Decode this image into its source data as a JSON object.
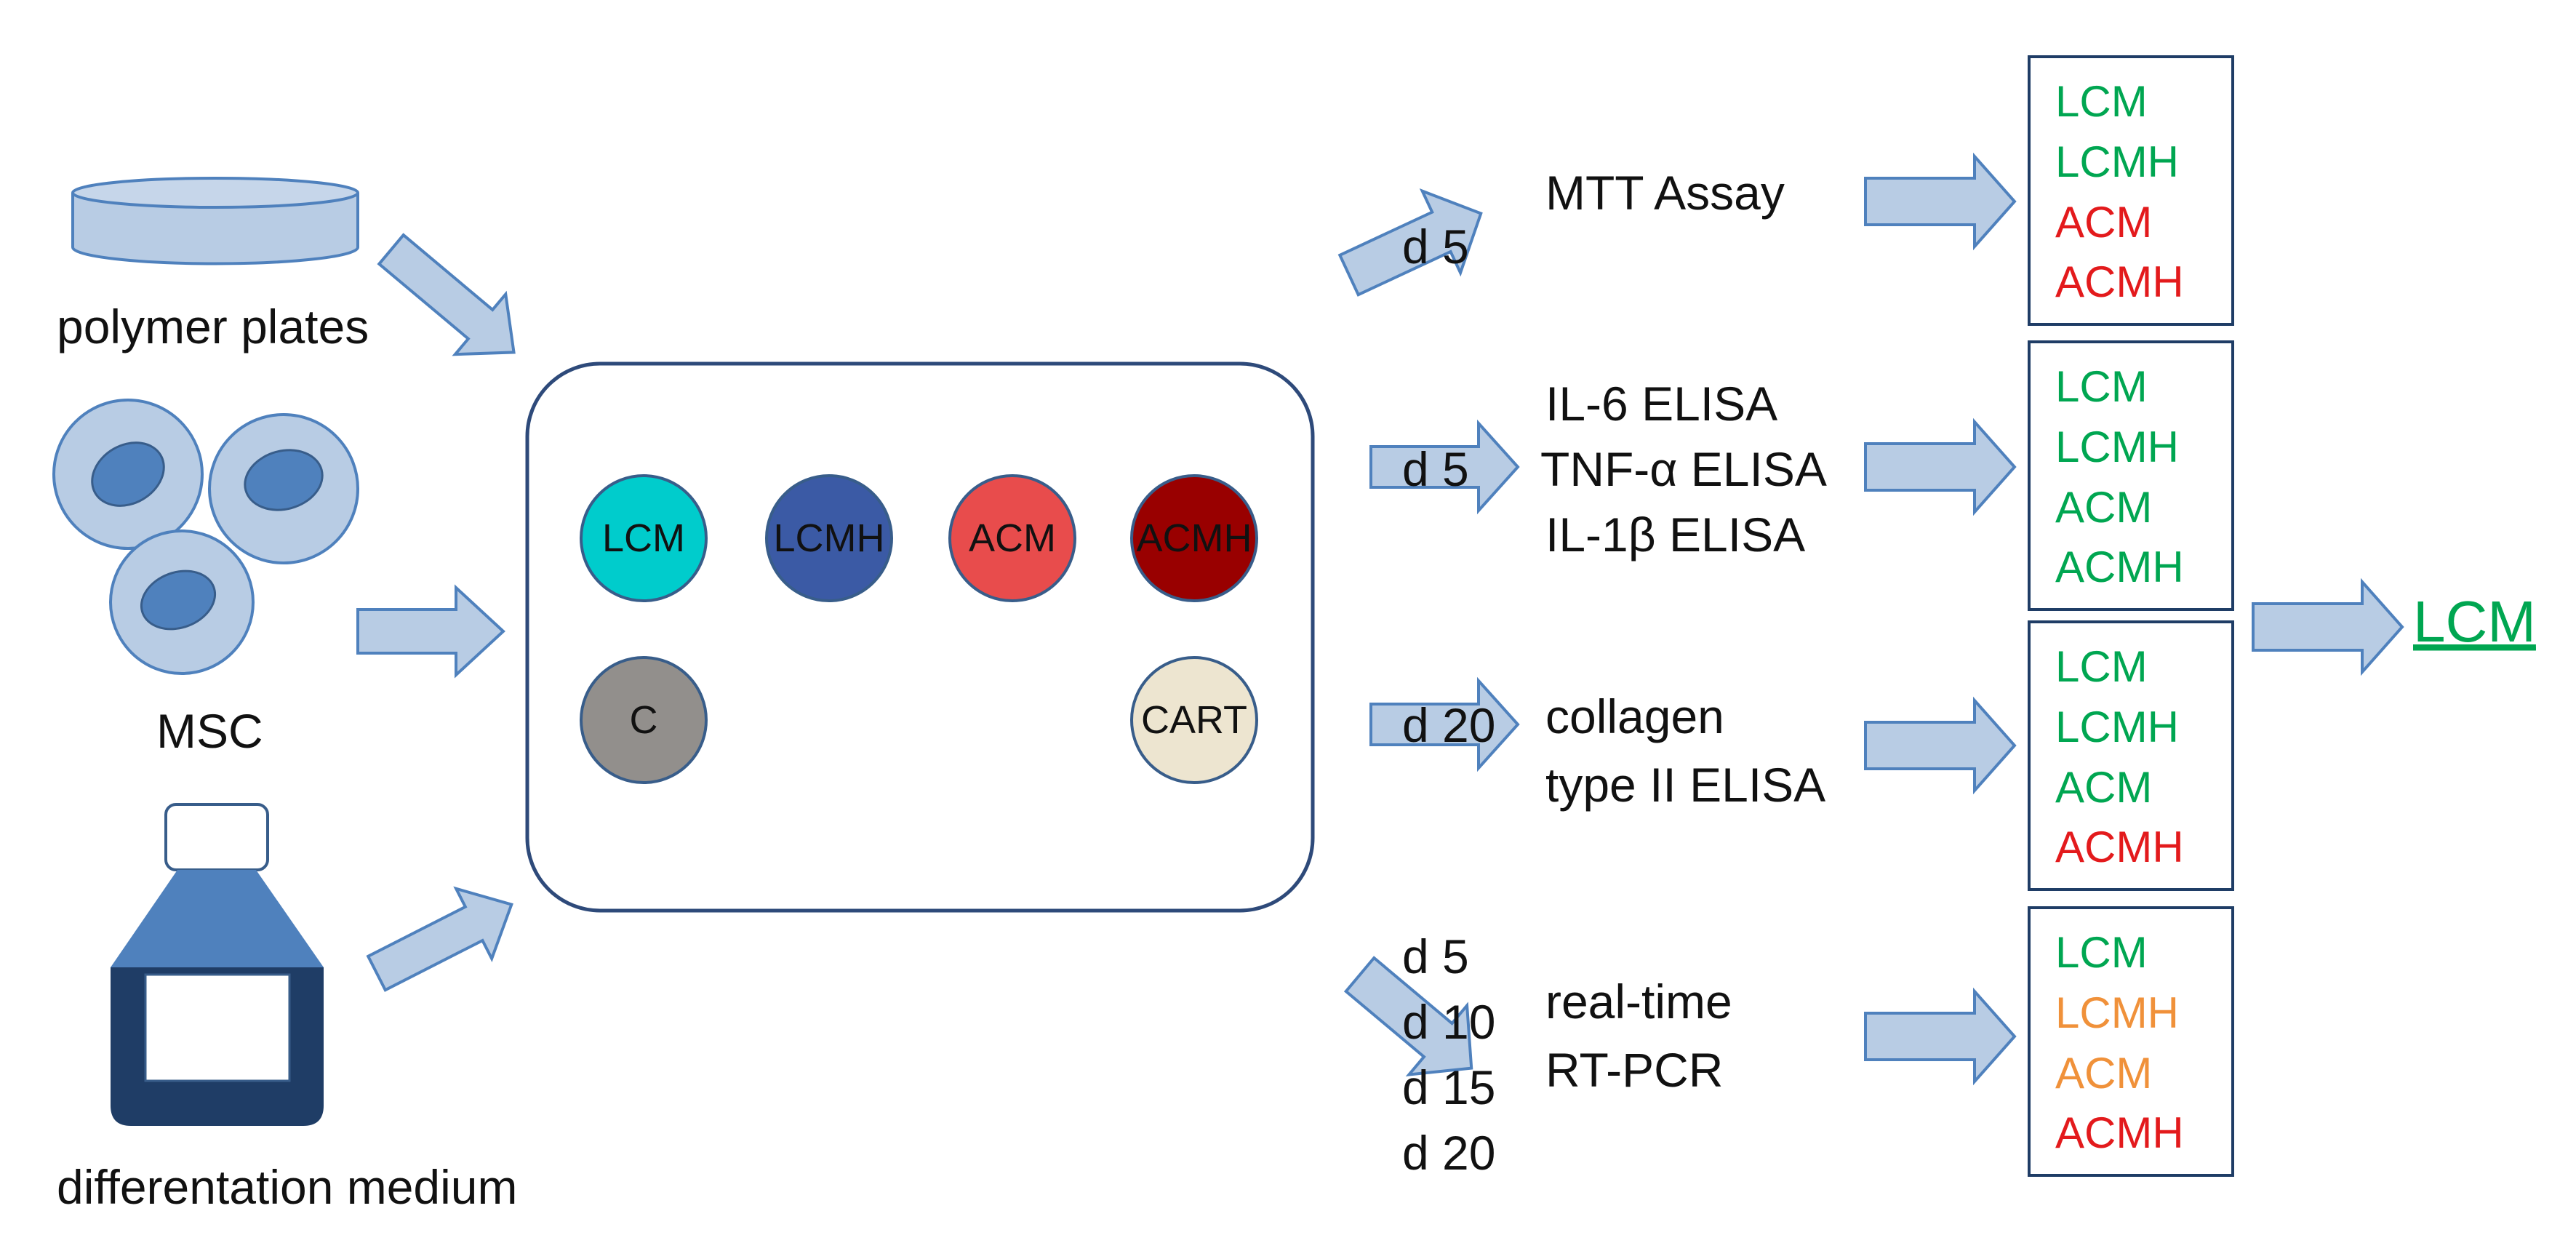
{
  "inputs": {
    "plates_label": "polymer plates",
    "cells_label": "MSC",
    "medium_label": "differentation medium"
  },
  "wells": [
    {
      "label": "LCM",
      "color": "#00cccc"
    },
    {
      "label": "LCMH",
      "color": "#3b5aa5"
    },
    {
      "label": "ACM",
      "color": "#e84c4c"
    },
    {
      "label": "ACMH",
      "color": "#990000"
    },
    {
      "label": "C",
      "color": "#928f8c"
    },
    {
      "label": "CART",
      "color": "#ede5d0"
    }
  ],
  "assays": [
    {
      "days": [
        "d 5"
      ],
      "lines": [
        "MTT Assay"
      ]
    },
    {
      "days": [
        "d 5"
      ],
      "lines": [
        "IL-6 ELISA",
        "TNF-α ELISA",
        "IL-1β ELISA"
      ]
    },
    {
      "days": [
        "d 20"
      ],
      "lines": [
        "collagen",
        "type II ELISA"
      ]
    },
    {
      "days": [
        "d 5",
        "d 10",
        "d 15",
        "d 20"
      ],
      "lines": [
        "real-time",
        "RT-PCR"
      ]
    }
  ],
  "results": [
    [
      {
        "label": "LCM",
        "color": "#00a651"
      },
      {
        "label": "LCMH",
        "color": "#00a651"
      },
      {
        "label": "ACM",
        "color": "#e31a1c"
      },
      {
        "label": "ACMH",
        "color": "#e31a1c"
      }
    ],
    [
      {
        "label": "LCM",
        "color": "#00a651"
      },
      {
        "label": "LCMH",
        "color": "#00a651"
      },
      {
        "label": "ACM",
        "color": "#00a651"
      },
      {
        "label": "ACMH",
        "color": "#00a651"
      }
    ],
    [
      {
        "label": "LCM",
        "color": "#00a651"
      },
      {
        "label": "LCMH",
        "color": "#00a651"
      },
      {
        "label": "ACM",
        "color": "#00a651"
      },
      {
        "label": "ACMH",
        "color": "#e31a1c"
      }
    ],
    [
      {
        "label": "LCM",
        "color": "#00a651"
      },
      {
        "label": "LCMH",
        "color": "#f0913a"
      },
      {
        "label": "ACM",
        "color": "#f0913a"
      },
      {
        "label": "ACMH",
        "color": "#e31a1c"
      }
    ]
  ],
  "conclusion": {
    "label": "LCM",
    "color": "#00a651"
  }
}
